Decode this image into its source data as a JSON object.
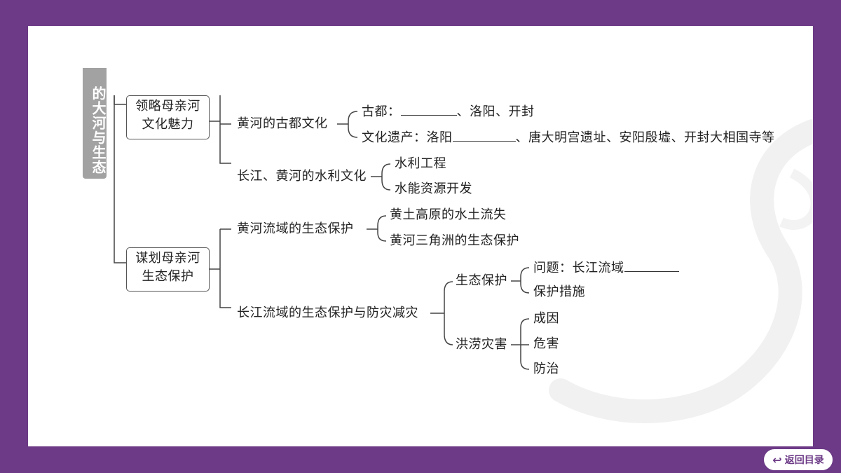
{
  "side_tab": "的大河与生态",
  "box1": {
    "line1": "领略母亲河",
    "line2": "文化魅力"
  },
  "box2": {
    "line1": "谋划母亲河",
    "line2": "生态保护"
  },
  "n_ancient_capital_culture": "黄河的古都文化",
  "n_ancient_capitals": {
    "prefix": "古都：",
    "suffix": "、洛阳、开封"
  },
  "n_cultural_heritage": {
    "prefix": "文化遗产：洛阳",
    "suffix": "、唐大明宫遗址、安阳殷墟、开封大相国寺等"
  },
  "n_water_culture": "长江、黄河的水利文化",
  "n_water_projects": "水利工程",
  "n_hydropower": "水能资源开发",
  "n_yellow_river_eco": "黄河流域的生态保护",
  "n_loess_erosion": "黄土高原的水土流失",
  "n_delta_eco": "黄河三角洲的生态保护",
  "n_yangtze_eco": "长江流域的生态保护与防灾减灾",
  "n_eco_protection": "生态保护",
  "n_problem": {
    "prefix": "问题：长江流域",
    "suffix": ""
  },
  "n_measures": "保护措施",
  "n_flood_disaster": "洪涝灾害",
  "n_causes": "成因",
  "n_harm": "危害",
  "n_prevention": "防治",
  "return_button": {
    "label": "返回目录",
    "icon": "return-arrow-icon"
  },
  "colors": {
    "frame": "#6c3a86",
    "tab": "#a2a2a2",
    "line": "#444444"
  }
}
